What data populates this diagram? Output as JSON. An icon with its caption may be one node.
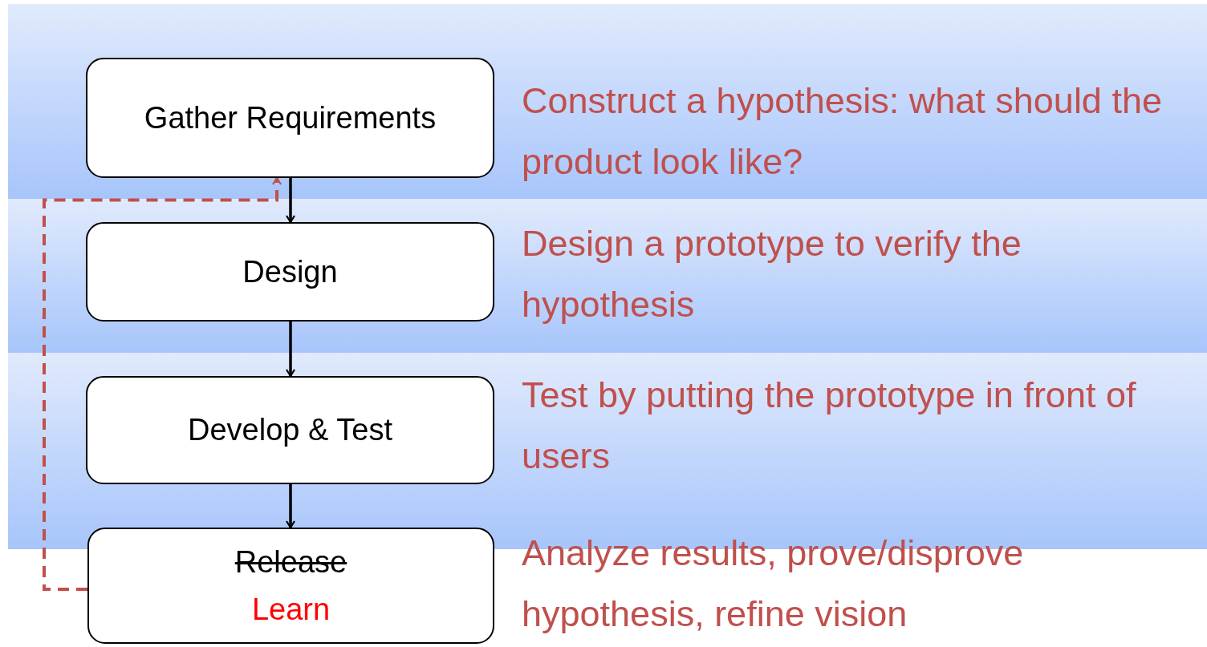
{
  "diagram": {
    "nodes": [
      {
        "text": [
          "Gather Requirements"
        ],
        "beside": [
          "Construct a hypothesis: what should the product look like?"
        ]
      },
      {
        "text": [
          "Design"
        ],
        "beside": [
          "Design a prototype to verify the hypothesis"
        ]
      },
      {
        "text": [
          "Develop & Test"
        ],
        "beside": [
          "Test by putting the prototype in front of users"
        ]
      },
      {
        "text": [
          "Release",
          "Learn"
        ],
        "beside": [
          "Analyze results, prove/disprove hypothesis, refine vision"
        ]
      }
    ],
    "edges": [
      {
        "from": 0,
        "to": 1,
        "arrow": "to"
      },
      {
        "from": 1,
        "to": 2,
        "arrow": "to"
      },
      {
        "from": 2,
        "to": 3,
        "arrow": "to"
      },
      {
        "from": 3,
        "to": 0,
        "arrow": "to",
        "style": "dashed",
        "color": "#c0504d"
      }
    ]
  }
}
